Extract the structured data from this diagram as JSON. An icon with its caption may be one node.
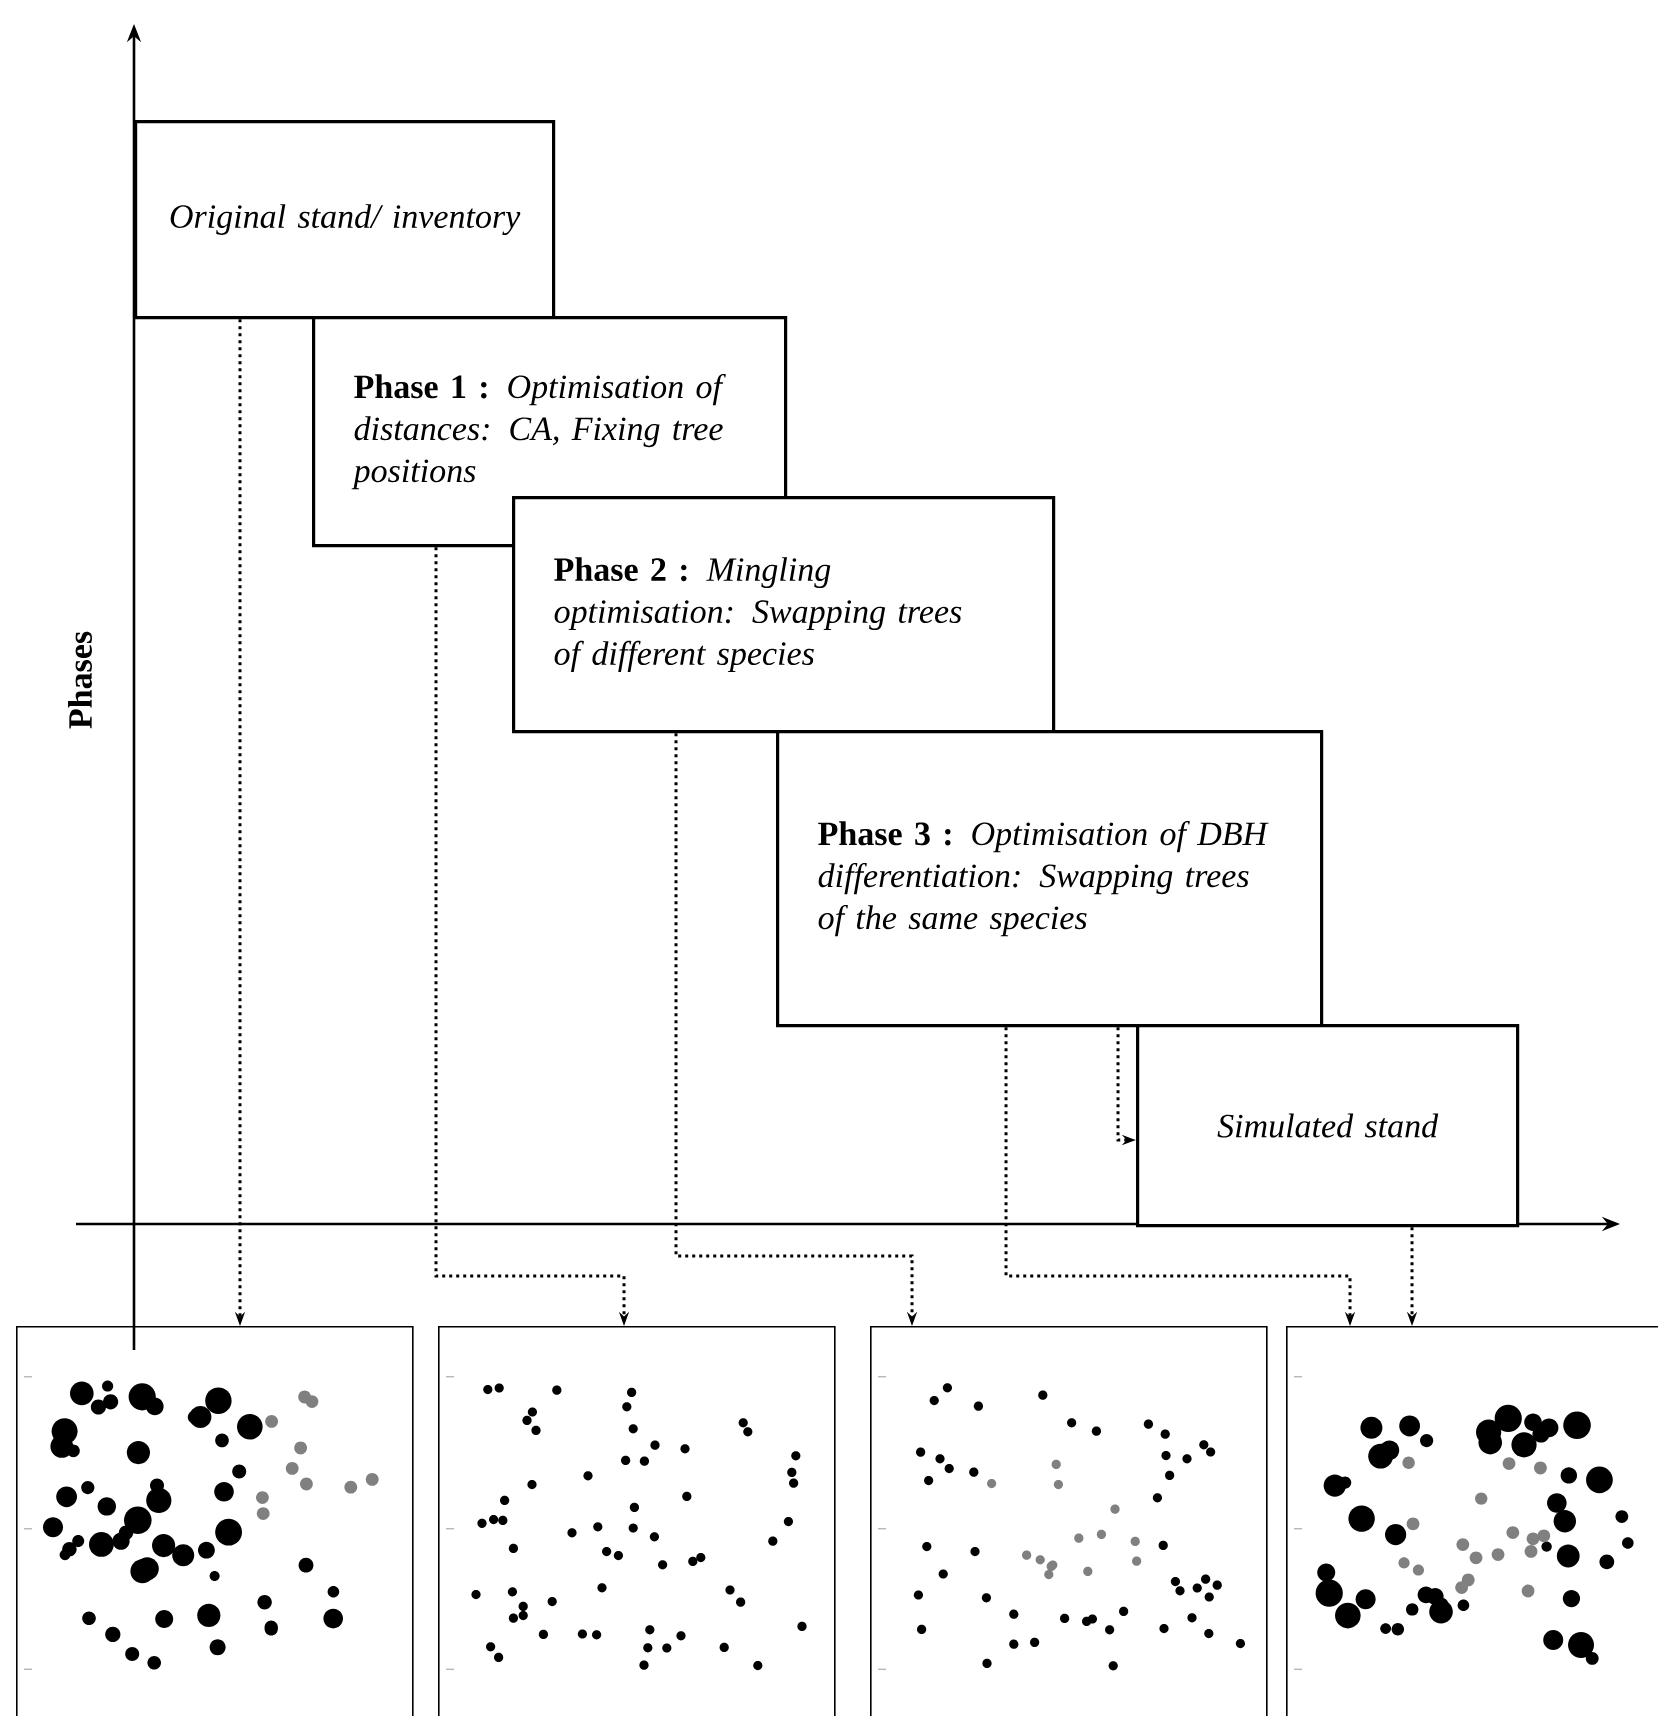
{
  "diagram": {
    "nodes": [
      {
        "text": [
          "Original stand/ inventory"
        ]
      },
      {
        "text": [
          "**Phase 1 :** *Optimisation of distances: CA, Fixing tree positions*"
        ]
      },
      {
        "text": [
          "**Phase 2 :** *Mingling optimisation: Swapping trees of different species*"
        ]
      },
      {
        "text": [
          "**Phase 3 :** *Optimisation of DBH differentiation: Swapping trees of the same species*"
        ]
      },
      {
        "text": [
          "Simulated stand"
        ]
      },
      {
        "text": [],
        "shape": "picture"
      },
      {
        "text": [],
        "shape": "picture"
      },
      {
        "text": [],
        "shape": "picture"
      },
      {
        "text": [],
        "shape": "picture"
      }
    ],
    "edges": [
      {
        "from": 0,
        "to": 5,
        "arrow": "to"
      },
      {
        "from": 1,
        "to": 6,
        "arrow": "to"
      },
      {
        "from": 2,
        "to": 7,
        "arrow": "to"
      },
      {
        "from": 3,
        "to": 8,
        "arrow": "to"
      },
      {
        "from": 3,
        "to": 4,
        "arrow": "to"
      },
      {
        "from": 4,
        "to": 8,
        "arrow": "to"
      }
    ],
    "labels": [
      "Phases"
    ]
  }
}
